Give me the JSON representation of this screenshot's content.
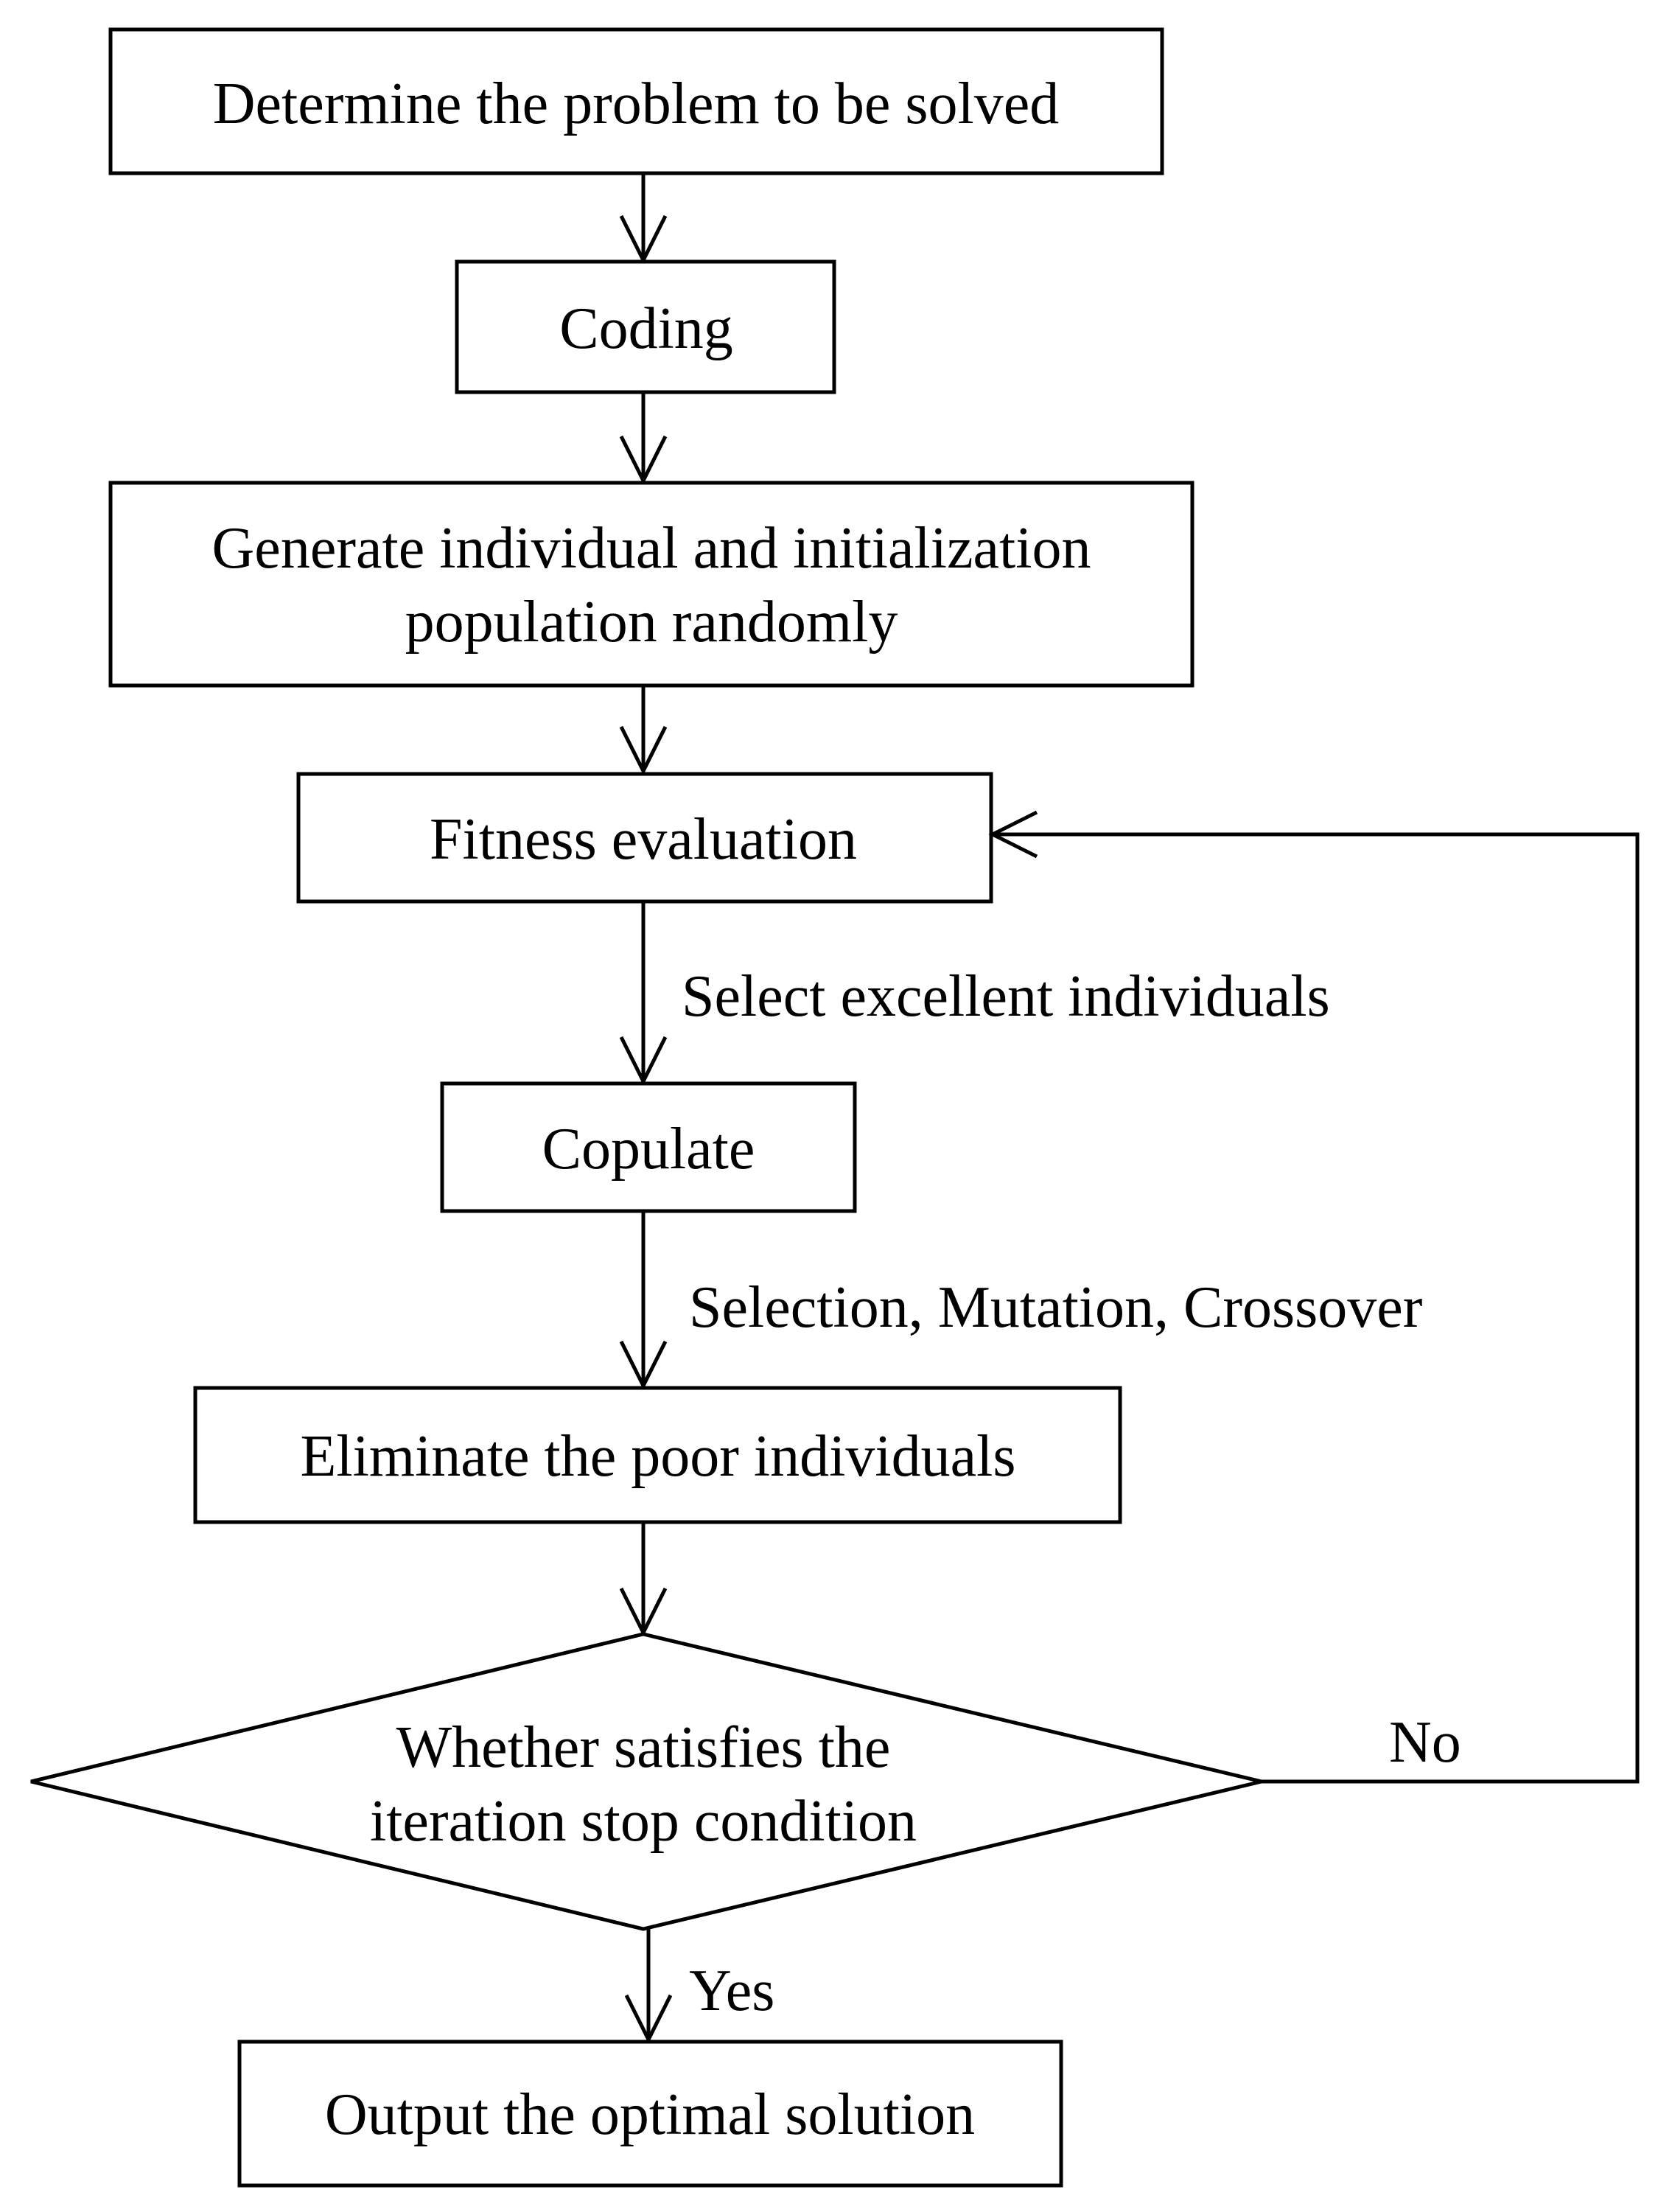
{
  "nodes": {
    "determine_problem": "Determine the problem to be solved",
    "coding": "Coding",
    "generate_line1": "Generate individual and initialization",
    "generate_line2": "population randomly",
    "fitness_evaluation": "Fitness evaluation",
    "copulate": "Copulate",
    "eliminate": "Eliminate the poor individuals",
    "decision_line1": "Whether satisfies the",
    "decision_line2": "iteration stop condition",
    "output": "Output the optimal solution"
  },
  "edge_labels": {
    "select": "Select excellent individuals",
    "operators": "Selection, Mutation, Crossover",
    "no": "No",
    "yes": "Yes"
  }
}
